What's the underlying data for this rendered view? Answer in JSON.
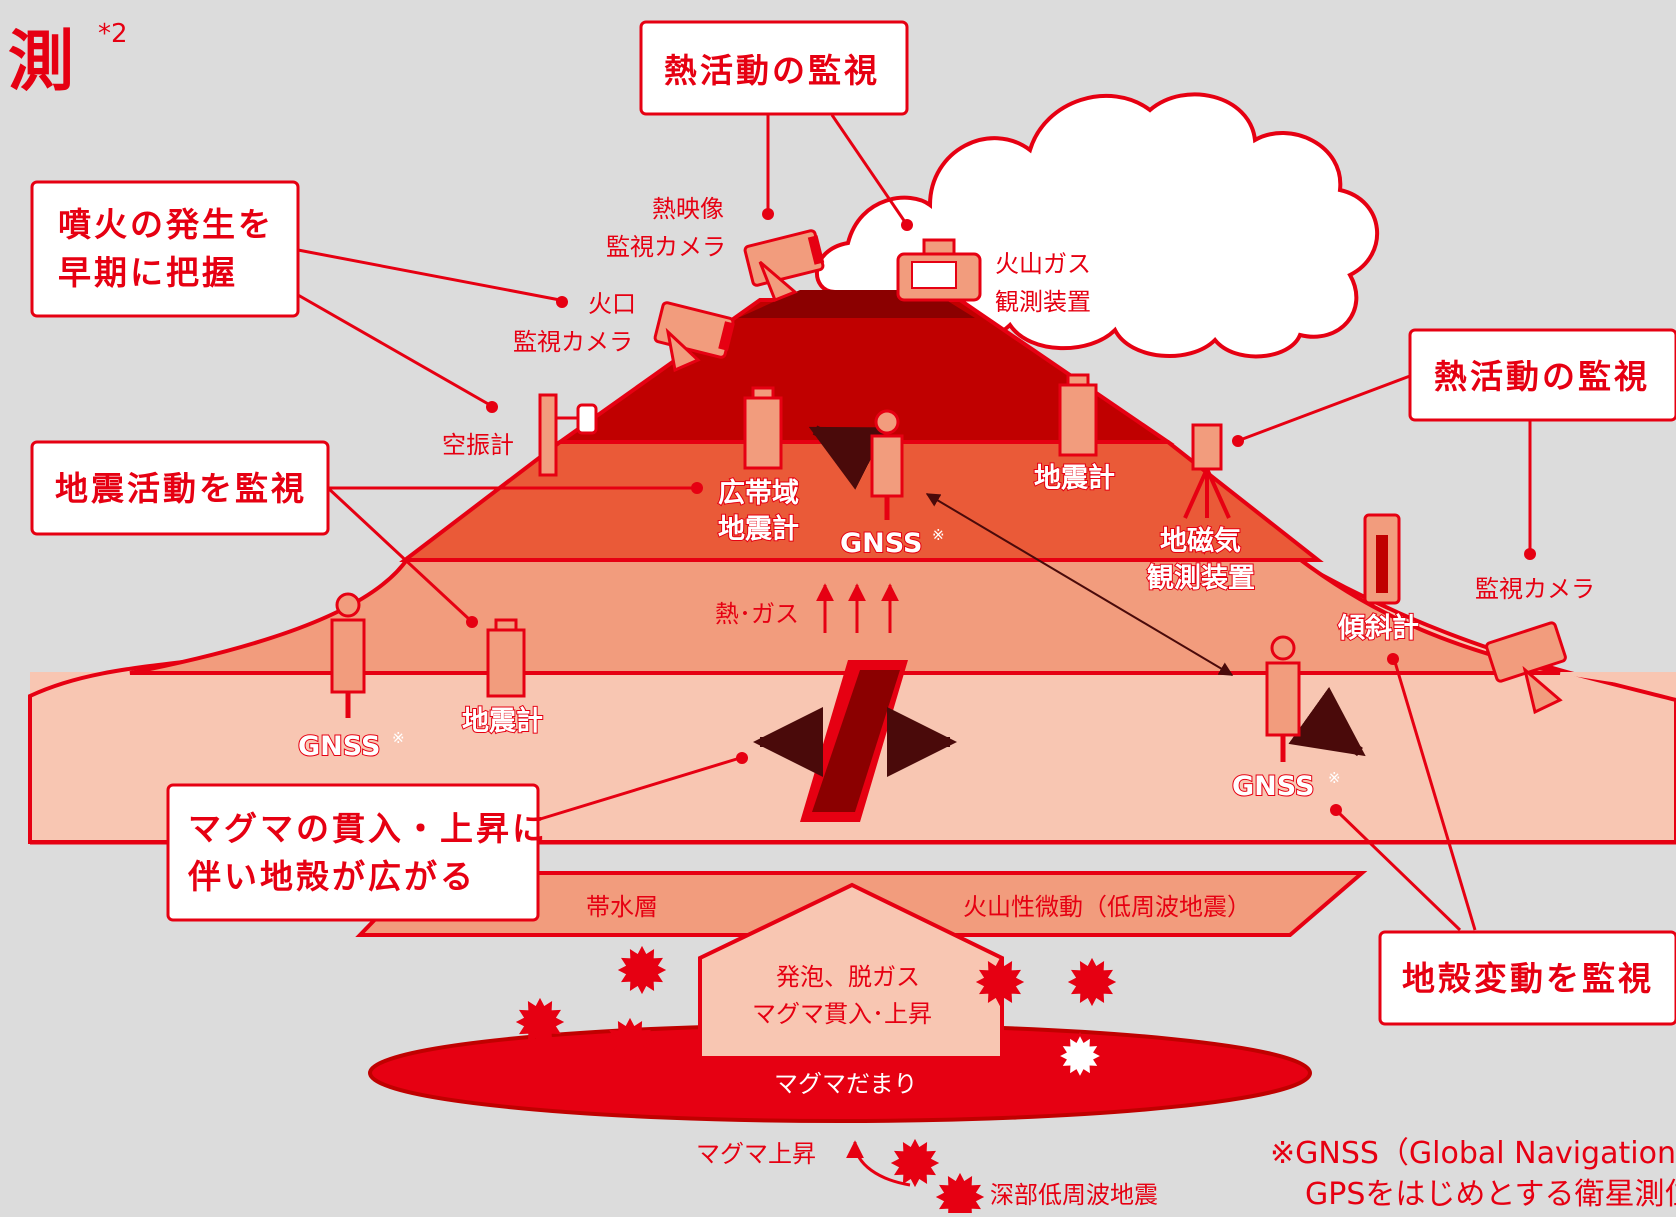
{
  "heading": {
    "char": "測",
    "footnote_mark": "*2"
  },
  "callouts": {
    "thermal_top": "熱活動の監視",
    "eruption_line1": "噴火の発生を",
    "eruption_line2": "早期に把握",
    "thermal_right": "熱活動の監視",
    "seismic": "地震活動を監視",
    "magma_line1": "マグマの貫入・上昇に",
    "magma_line2": "伴い地殻が広がる",
    "crust": "地殻変動を監視"
  },
  "instruments": {
    "thermal_camera_line1": "熱映像",
    "thermal_camera_line2": "監視カメラ",
    "crater_camera_line1": "火口",
    "crater_camera_line2": "監視カメラ",
    "gas_line1": "火山ガス",
    "gas_line2": "観測装置",
    "infrasound": "空振計",
    "broadband_line1": "広帯域",
    "broadband_line2": "地震計",
    "seismometer_right": "地震計",
    "seismometer_left": "地震計",
    "magnetometer_line1": "地磁気",
    "magnetometer_line2": "観測装置",
    "tiltmeter": "傾斜計",
    "monitor_camera": "監視カメラ",
    "gnss_center": "GNSS",
    "gnss_left": "GNSS",
    "gnss_right": "GNSS",
    "gnss_mark": "※"
  },
  "underground": {
    "heat_gas": "熱･ガス",
    "aquifer": "帯水層",
    "tremor": "火山性微動（低周波地震）",
    "foaming": "発泡、脱ガス",
    "magma_intrusion": "マグマ貫入･上昇",
    "chamber": "マグマだまり",
    "magma_rise": "マグマ上昇",
    "deep_lf": "深部低周波地震"
  },
  "footnote": {
    "line1": "※GNSS（Global Navigation",
    "line2": "GPSをはじめとする衛星測位"
  },
  "colors": {
    "brand_red": "#e60012",
    "dark_red": "#8b0000",
    "crater_red": "#c00000",
    "layer_orange": "#ea5a38",
    "layer_salmon": "#f29c7d",
    "layer_pale": "#f8c6b2",
    "background": "#dcdcdc"
  }
}
